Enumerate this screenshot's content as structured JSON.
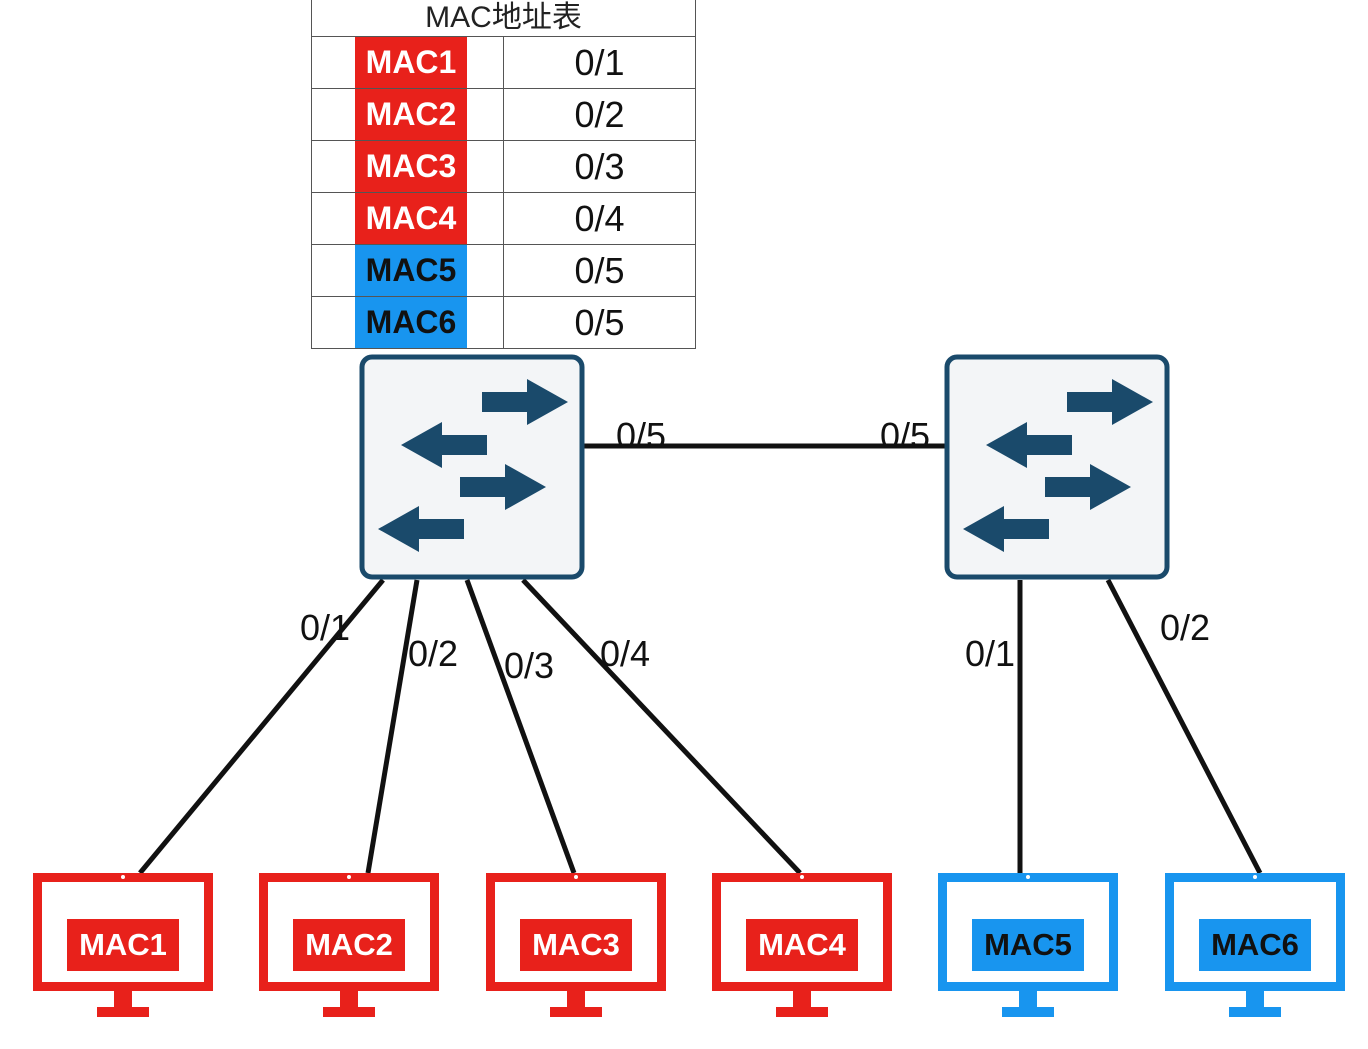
{
  "table": {
    "caption": "MAC地址表",
    "rows": [
      {
        "mac": "MAC1",
        "port": "0/1",
        "color": "#e8211b"
      },
      {
        "mac": "MAC2",
        "port": "0/2",
        "color": "#e8211b"
      },
      {
        "mac": "MAC3",
        "port": "0/3",
        "color": "#e8211b"
      },
      {
        "mac": "MAC4",
        "port": "0/4",
        "color": "#e8211b"
      },
      {
        "mac": "MAC5",
        "port": "0/5",
        "color": "#1895ef"
      },
      {
        "mac": "MAC6",
        "port": "0/5",
        "color": "#1895ef"
      }
    ]
  },
  "switches": {
    "left": {
      "icon": "switch-icon",
      "uplink_port": "0/5"
    },
    "right": {
      "icon": "switch-icon",
      "uplink_port": "0/5"
    }
  },
  "links": {
    "left": [
      "0/1",
      "0/2",
      "0/3",
      "0/4"
    ],
    "right": [
      "0/1",
      "0/2"
    ]
  },
  "computers": [
    {
      "label": "MAC1",
      "color": "#e8211b",
      "icon": "computer-icon"
    },
    {
      "label": "MAC2",
      "color": "#e8211b",
      "icon": "computer-icon"
    },
    {
      "label": "MAC3",
      "color": "#e8211b",
      "icon": "computer-icon"
    },
    {
      "label": "MAC4",
      "color": "#e8211b",
      "icon": "computer-icon"
    },
    {
      "label": "MAC5",
      "color": "#1895ef",
      "icon": "computer-icon"
    },
    {
      "label": "MAC6",
      "color": "#1895ef",
      "icon": "computer-icon"
    }
  ],
  "colors": {
    "switch_stroke": "#1a4a6b",
    "switch_fill": "#f3f5f7",
    "arrow": "#1a4a6b",
    "link": "#111111"
  }
}
